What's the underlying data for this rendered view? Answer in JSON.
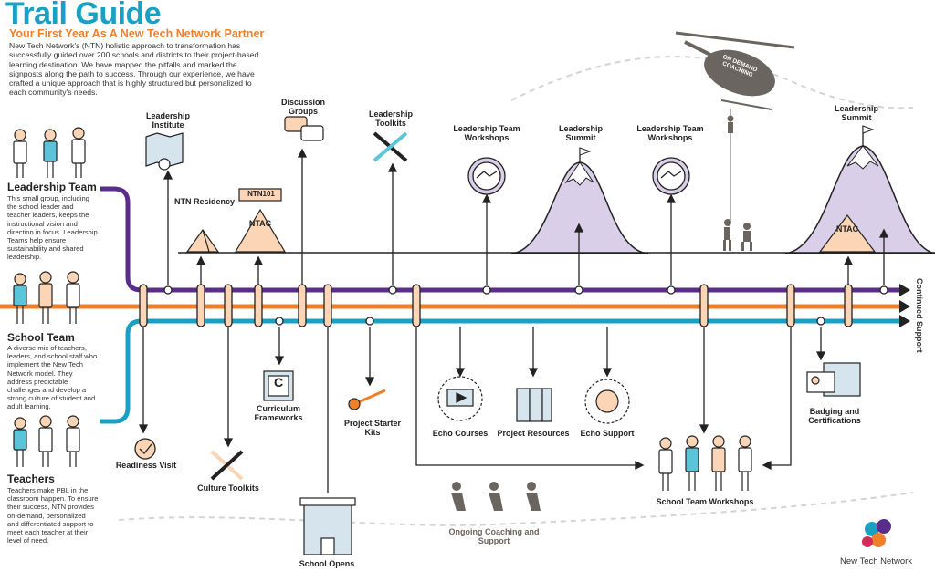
{
  "header": {
    "title": "Trail Guide",
    "subtitle": "Your First Year As A New Tech Network Partner",
    "intro": "New Tech Network's (NTN) holistic approach to transformation has successfully guided over 200 schools and districts to their project-based learning destination. We have mapped the pitfalls and marked the signposts along the path to success. Through our experience, we have crafted a unique approach that is highly structured but personalized to each community's needs."
  },
  "roles": [
    {
      "title": "Leadership Team",
      "desc": "This small group, including the school leader and teacher leaders, keeps the instructional vision and direction in focus. Leadership Teams help ensure sustainability and shared leadership."
    },
    {
      "title": "School Team",
      "desc": "A diverse mix of teachers, leaders, and school staff who implement the New Tech Network model. They address predictable challenges and develop a strong culture of student and adult learning."
    },
    {
      "title": "Teachers",
      "desc": "Teachers make PBL in the classroom happen. To ensure their success, NTN provides on-demand, personalized and differentiated support to meet each teacher at their level of need."
    }
  ],
  "labels": {
    "leadership_institute": "Leadership Institute",
    "discussion_groups": "Discussion Groups",
    "leadership_toolkits": "Leadership Toolkits",
    "ltw1": "Leadership Team Workshops",
    "summit1": "Leadership Summit",
    "ltw2": "Leadership Team Workshops",
    "summit2": "Leadership Summit",
    "ntn_residency": "NTN Residency",
    "curriculum_frameworks": "Curriculum Frameworks",
    "project_starter_kits": "Project Starter Kits",
    "echo_courses": "Echo Courses",
    "project_resources": "Project Resources",
    "echo_support": "Echo Support",
    "badging": "Badging and Certifications",
    "readiness_visit": "Readiness Visit",
    "culture_toolkits": "Culture Toolkits",
    "school_team_workshops": "School Team Workshops",
    "school_opens": "School Opens",
    "ongoing_coaching": "Ongoing Coaching and Support",
    "continued_support": "Continued Support"
  },
  "icon_text": {
    "ntn101": "NTN101",
    "ntac": "NTAC",
    "ntac2": "NTAC",
    "curriculum_c": "C",
    "helicopter": "ON DEMAND COACHING"
  },
  "brand": "New Tech Network",
  "colors": {
    "purple": "#5b2d8a",
    "orange": "#f07f2a",
    "teal": "#1aa0c4",
    "peach": "#fbd5b5",
    "mountain": "#d9cfe8"
  }
}
